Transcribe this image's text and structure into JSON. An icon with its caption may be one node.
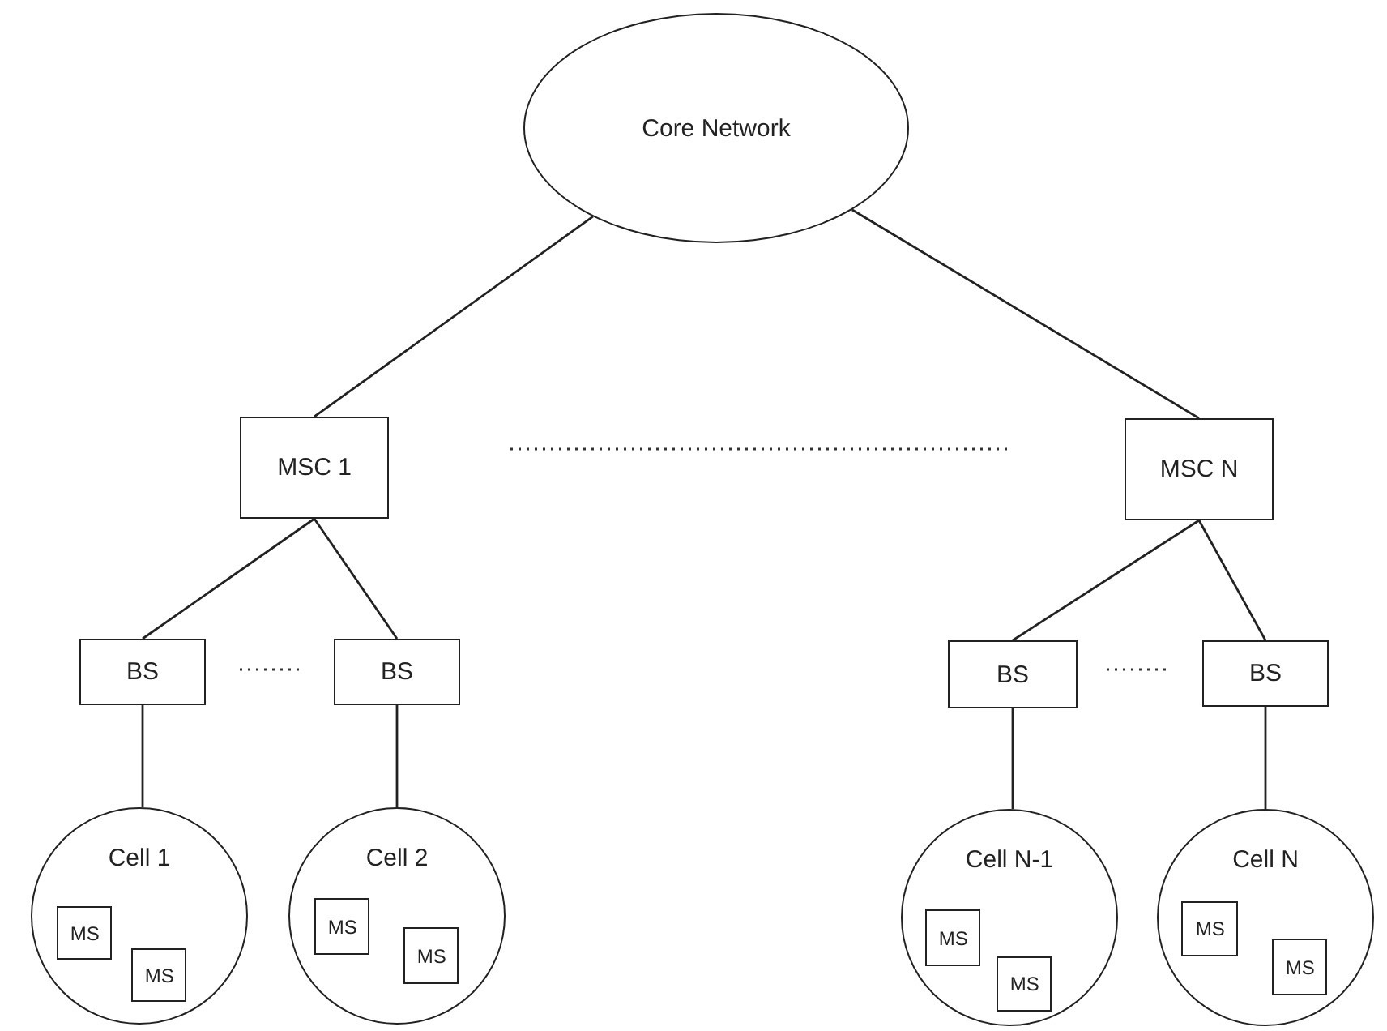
{
  "diagram": {
    "nodes": [
      {
        "text": [
          "Core Network"
        ]
      },
      {
        "text": [
          "MSC 1"
        ]
      },
      {
        "text": [
          "MSC  N"
        ]
      },
      {
        "text": [
          "BS"
        ]
      },
      {
        "text": [
          "BS"
        ]
      },
      {
        "text": [
          "BS"
        ]
      },
      {
        "text": [
          "BS"
        ]
      },
      {
        "text": [
          "Cell 1"
        ]
      },
      {
        "text": [
          "MS"
        ],
        "in": 7
      },
      {
        "text": [
          "MS"
        ],
        "in": 7
      },
      {
        "text": [
          "Cell 2"
        ]
      },
      {
        "text": [
          "MS"
        ],
        "in": 10
      },
      {
        "text": [
          "MS"
        ],
        "in": 10
      },
      {
        "text": [
          "Cell N-1"
        ]
      },
      {
        "text": [
          "MS"
        ],
        "in": 13
      },
      {
        "text": [
          "MS"
        ],
        "in": 13
      },
      {
        "text": [
          "Cell N"
        ]
      },
      {
        "text": [
          "MS"
        ],
        "in": 16
      },
      {
        "text": [
          "MS"
        ],
        "in": 16
      }
    ],
    "edges": [
      {
        "from": 0,
        "to": 1,
        "arrow": "none"
      },
      {
        "from": 0,
        "to": 2,
        "arrow": "none"
      },
      {
        "from": 1,
        "to": 3,
        "arrow": "none"
      },
      {
        "from": 1,
        "to": 4,
        "arrow": "none"
      },
      {
        "from": 2,
        "to": 5,
        "arrow": "none"
      },
      {
        "from": 2,
        "to": 6,
        "arrow": "none"
      },
      {
        "from": 3,
        "to": 7,
        "arrow": "none"
      },
      {
        "from": 4,
        "to": 10,
        "arrow": "none"
      },
      {
        "from": 5,
        "to": 13,
        "arrow": "none"
      },
      {
        "from": 6,
        "to": 16,
        "arrow": "none"
      }
    ]
  }
}
